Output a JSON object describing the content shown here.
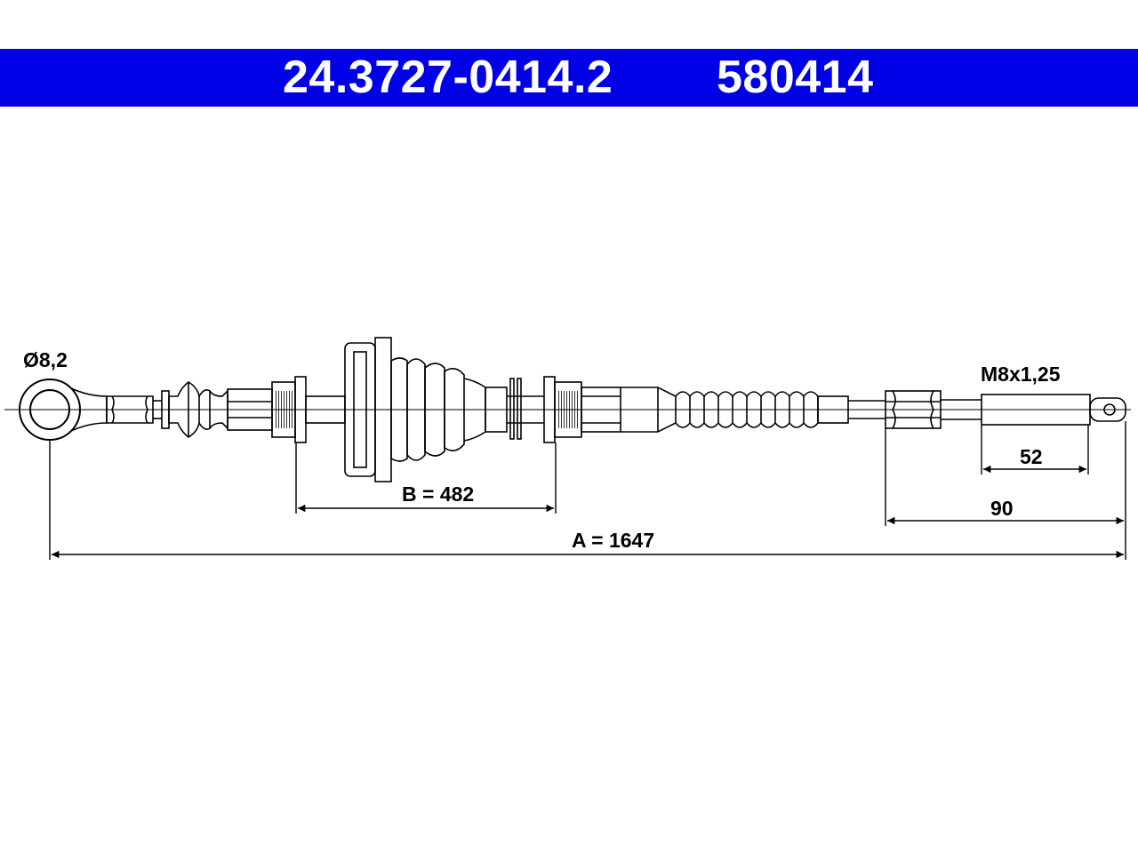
{
  "header": {
    "part_number": "24.3727-0414.2",
    "ref_number": "580414",
    "background_color": "#0000e6",
    "text_color": "#ffffff"
  },
  "labels": {
    "eye_diameter": "Ø8,2",
    "thread": "M8x1,25",
    "dim_b": "B = 482",
    "dim_a": "A = 1647",
    "dim_90": "90",
    "dim_52": "52"
  }
}
